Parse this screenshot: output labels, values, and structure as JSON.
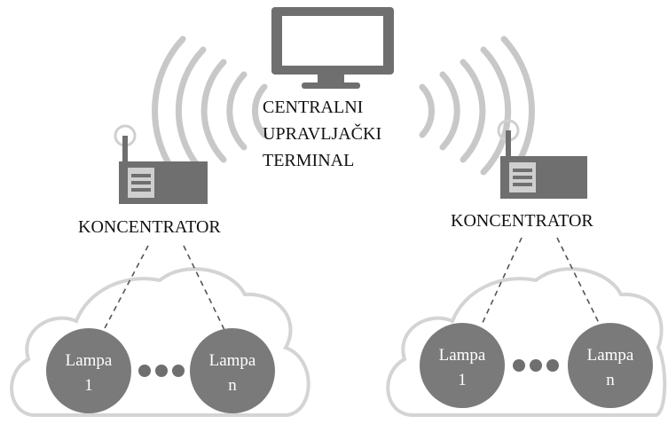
{
  "terminal": {
    "label_lines": [
      "CENTRALNI",
      "UPRAVLJAČKI",
      "TERMINAL"
    ],
    "icon": "monitor-icon",
    "signal_icon": "wireless-signal-icon"
  },
  "concentrators": [
    {
      "label": "KONCENTRATOR",
      "icon": "router-icon",
      "lamps": [
        {
          "line1": "Lampa",
          "line2": "1"
        },
        {
          "line1": "Lampa",
          "line2": "n"
        }
      ],
      "ellipsis": "•••"
    },
    {
      "label": "KONCENTRATOR",
      "icon": "router-icon",
      "lamps": [
        {
          "line1": "Lampa",
          "line2": "1"
        },
        {
          "line1": "Lampa",
          "line2": "n"
        }
      ],
      "ellipsis": "•••"
    }
  ],
  "colors": {
    "device_gray": "#6f6f6f",
    "lamp_gray": "#7a7a7a",
    "arc_gray": "#c8c8c8",
    "cloud_outline": "#d4d4d4"
  }
}
